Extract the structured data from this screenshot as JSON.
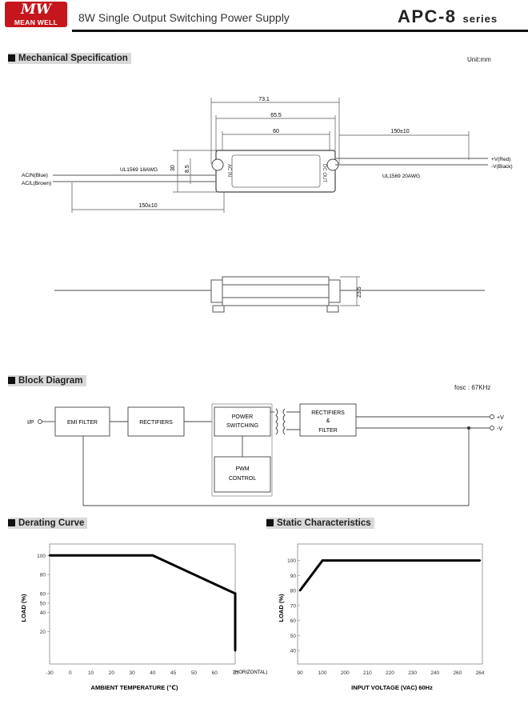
{
  "header": {
    "logo_text": "MW",
    "logo_name": "MEAN WELL",
    "subtitle": "8W Single Output Switching Power Supply",
    "model": "APC-8",
    "series": "series"
  },
  "mechanical": {
    "title": "Mechanical Specification",
    "unit": "Unit:mm",
    "dims": {
      "overall": "73.1",
      "mid": "65.5",
      "inner": "60",
      "out_lead": "150±10",
      "in_lead": "150±10",
      "height": "30",
      "hole": "8.5",
      "side_height": "23.5"
    },
    "in_labels": [
      "AC/N(Blue)",
      "AC/L(Brown)"
    ],
    "in_wire": "UL1569 18AWG",
    "out_labels": [
      "+V(Red)",
      "-V(Black)"
    ],
    "out_wire": "UL1569 20AWG",
    "case_left": "AC IN",
    "case_right": "DC OUT"
  },
  "block": {
    "title": "Block Diagram",
    "fosc": "fosc : 67KHz",
    "input": "I/P",
    "emi": "EMI FILTER",
    "rect1": "RECTIFIERS",
    "power1": "POWER",
    "power2": "SWITCHING",
    "rect2a": "RECTIFIERS",
    "rect2b": "&",
    "rect2c": "FILTER",
    "pwm1": "PWM",
    "pwm2": "CONTROL",
    "vplus": "+V",
    "vminus": "-V"
  },
  "derating": {
    "title": "Derating Curve",
    "y_label": "LOAD (%)",
    "x_label": "AMBIENT TEMPERATURE (℃)",
    "x_unit": "(HORIZONTAL)",
    "x_ticks": [
      "-30",
      "0",
      "10",
      "20",
      "30",
      "40",
      "45",
      "50",
      "60",
      "70"
    ],
    "y_ticks": [
      "100",
      "80",
      "60",
      "50",
      "40",
      "20"
    ]
  },
  "static": {
    "title": "Static Characteristics",
    "y_label": "LOAD (%)",
    "x_label": "INPUT VOLTAGE (VAC) 60Hz",
    "x_ticks": [
      "90",
      "100",
      "200",
      "210",
      "220",
      "230",
      "240",
      "260",
      "264"
    ],
    "y_ticks": [
      "100",
      "90",
      "80",
      "70",
      "60",
      "50",
      "40"
    ]
  },
  "chart_data": [
    {
      "type": "line",
      "title": "Derating Curve",
      "xlabel": "AMBIENT TEMPERATURE (℃)",
      "ylabel": "LOAD (%)",
      "x_ticks": [
        "-30",
        "0",
        "10",
        "20",
        "30",
        "40",
        "45",
        "50",
        "60",
        "70"
      ],
      "y_ticks": [
        100,
        80,
        60,
        50,
        40,
        20
      ],
      "series": [
        {
          "x": [
            "-30",
            "40",
            "70",
            "70"
          ],
          "y": [
            100,
            100,
            60,
            0
          ]
        }
      ]
    },
    {
      "type": "line",
      "title": "Static Characteristics",
      "xlabel": "INPUT VOLTAGE (VAC) 60Hz",
      "ylabel": "LOAD (%)",
      "x_ticks": [
        "90",
        "100",
        "200",
        "210",
        "220",
        "230",
        "240",
        "260",
        "264"
      ],
      "y_ticks": [
        100,
        90,
        80,
        70,
        60,
        50,
        40
      ],
      "series": [
        {
          "x": [
            "90",
            "100",
            "264"
          ],
          "y": [
            80,
            100,
            100
          ]
        }
      ]
    }
  ]
}
